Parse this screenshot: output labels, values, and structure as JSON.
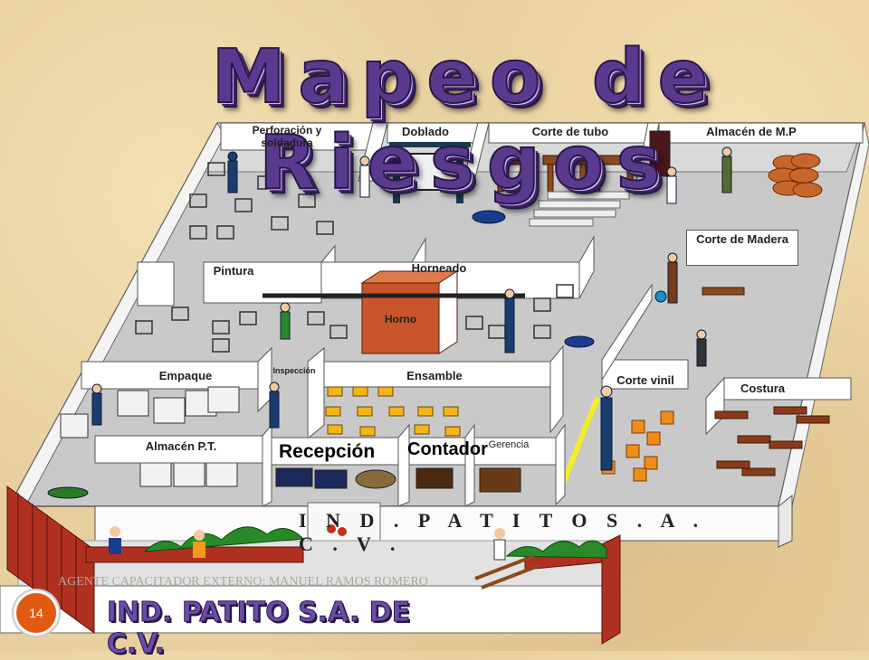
{
  "slide": {
    "title": "Mapeo de Riesgos",
    "page_number": "14",
    "instructor": "AGENTE CAPACITADOR EXTERNO: MANUEL RAMOS ROMERO",
    "company_name": "IND. PATITO S.A. DE C.V.",
    "facade_sign": "I N D .  P A T I T O  S . A .  C . V ."
  },
  "areas": {
    "perforacion": "Perforación y soldadura",
    "doblado": "Doblado",
    "corte_tubo": "Corte de tubo",
    "almacen_mp": "Almacén de M.P",
    "corte_madera": "Corte de Madera",
    "pintura": "Pintura",
    "horneado": "Horneado",
    "horno": "Horno",
    "empaque": "Empaque",
    "inspeccion": "Inspección",
    "ensamble": "Ensamble",
    "corte_vinil": "Corte vinil",
    "costura": "Costura",
    "almacen_pt": "Almacén P.T.",
    "recepcion": "Recepción",
    "contador": "Contador",
    "gerencia": "Gerencia"
  },
  "colors": {
    "title": "#5a3a8f",
    "badge": "#e05a14",
    "floor": "#c8c8c8",
    "wall": "#ffffff",
    "horno": "#c8552a",
    "wood": "#8b4a1f",
    "brick": "#b03020"
  }
}
